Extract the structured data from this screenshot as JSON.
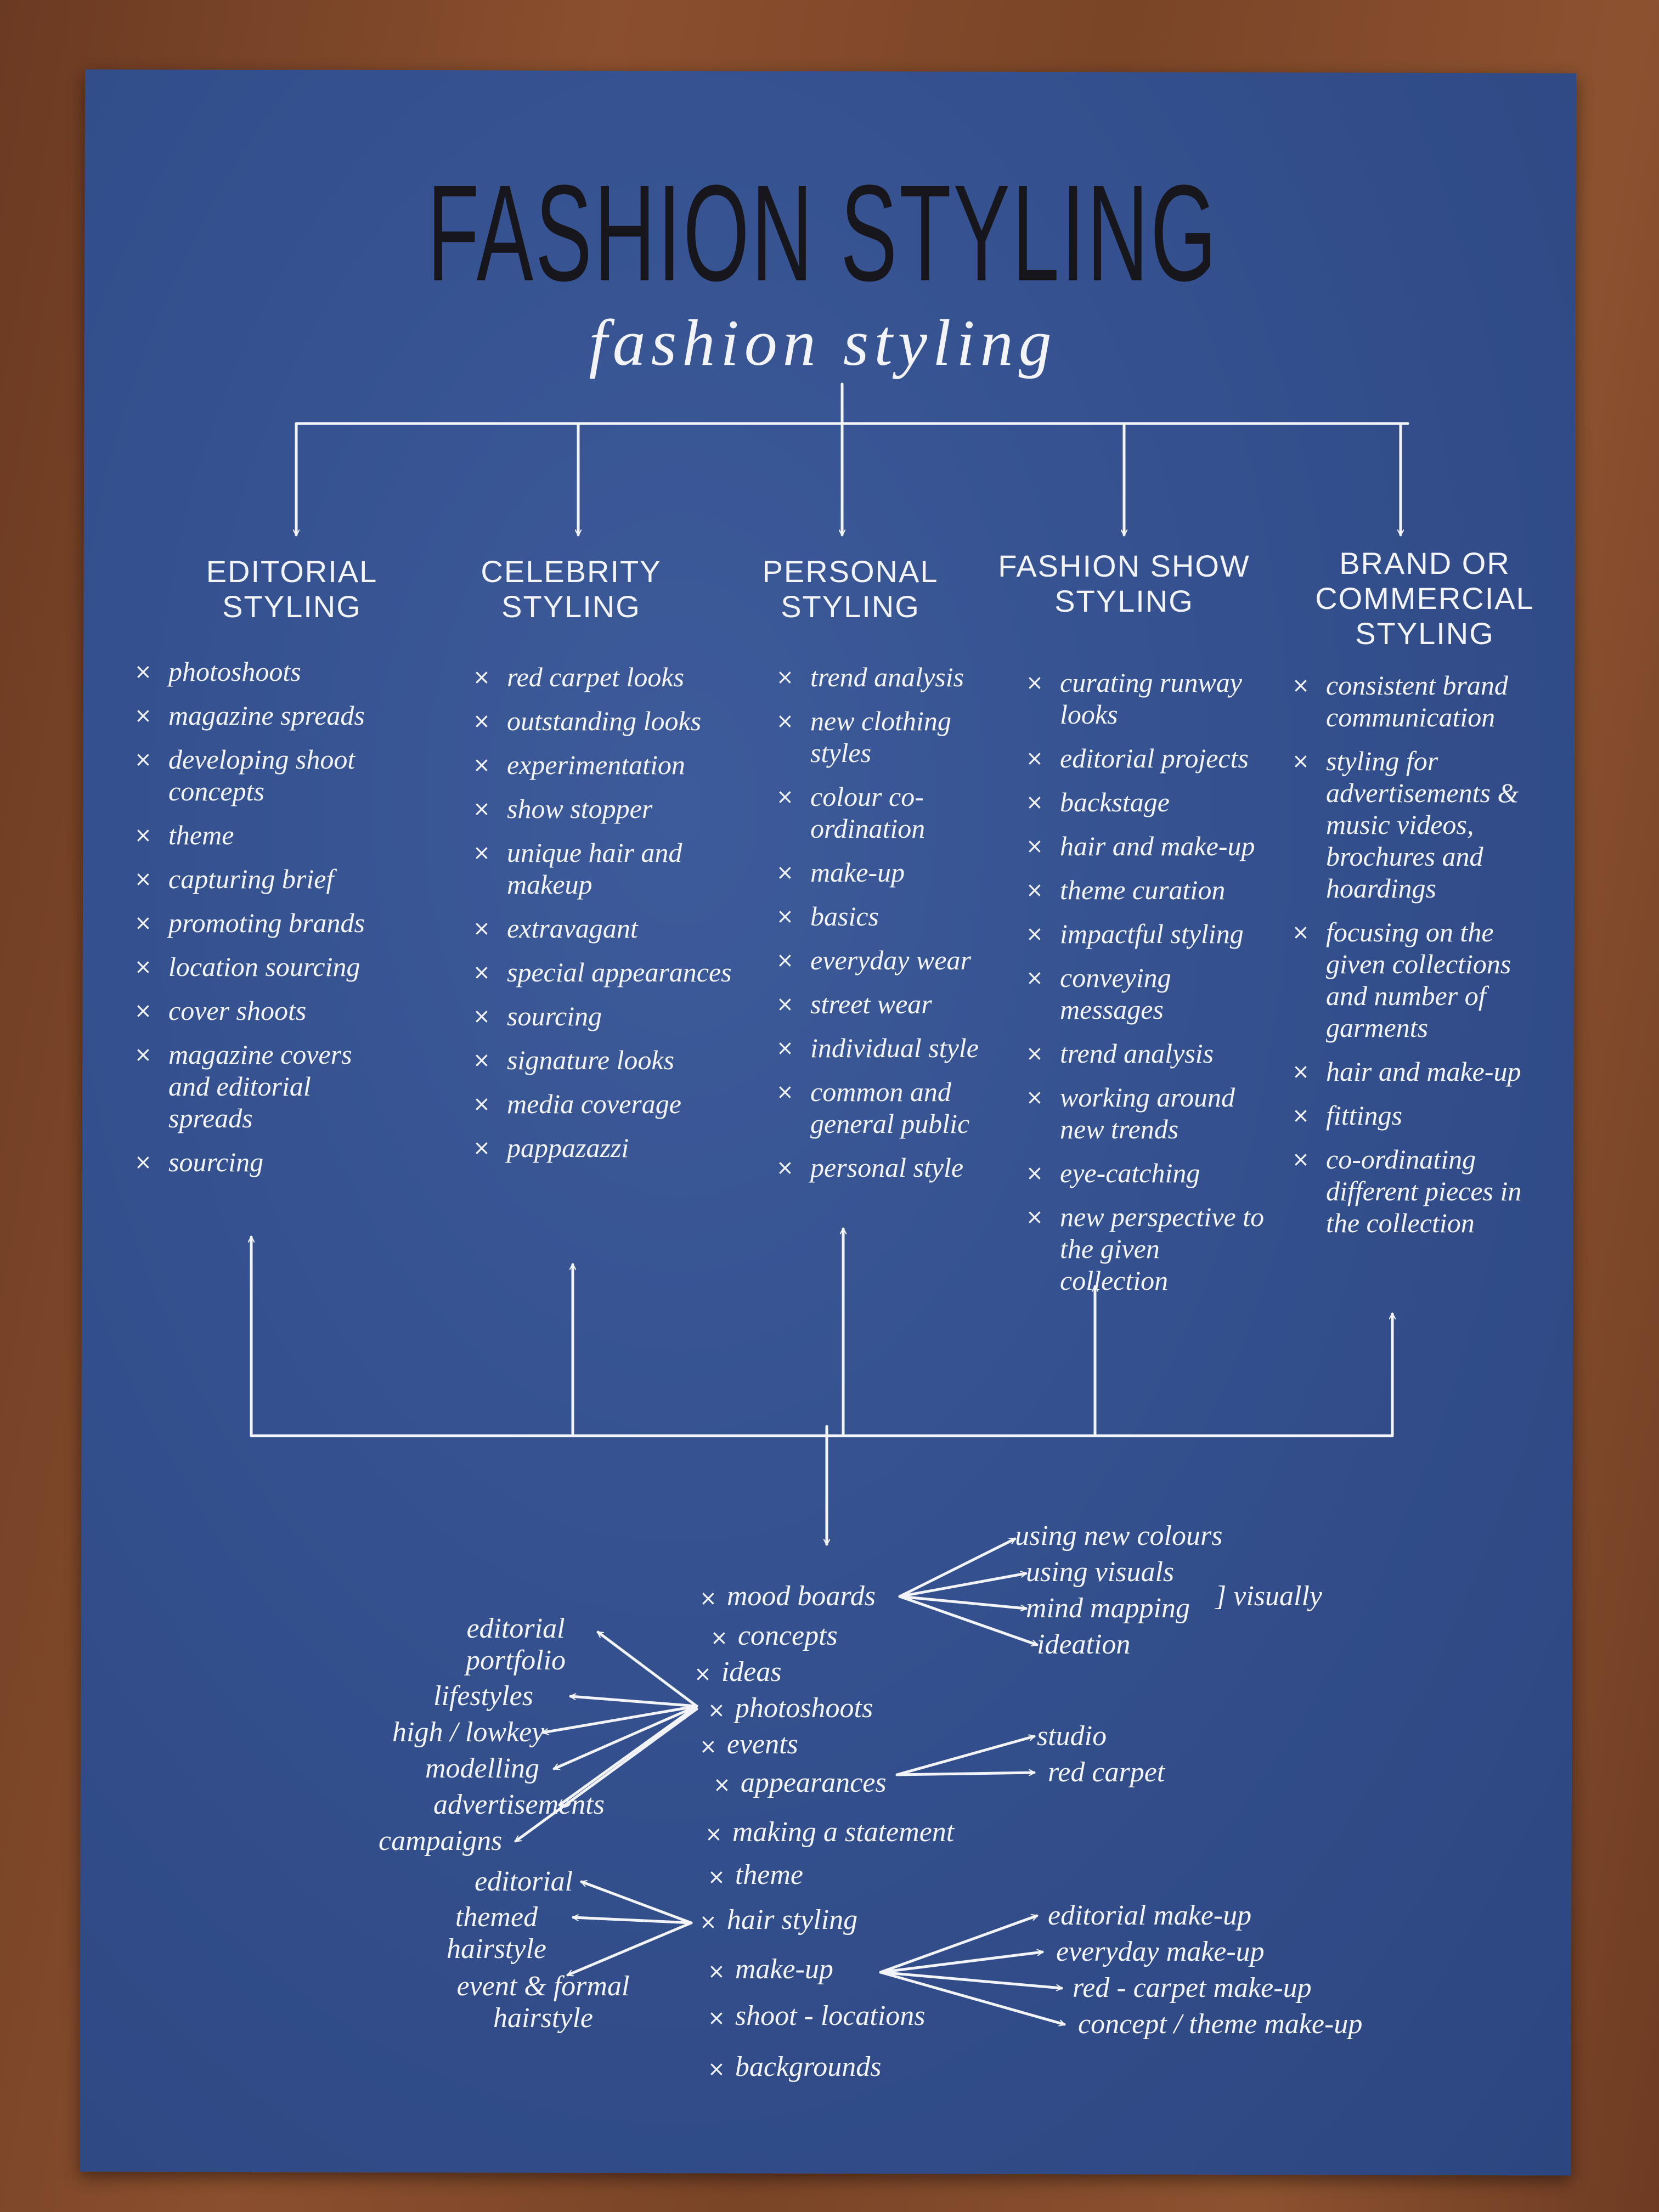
{
  "title": {
    "main": "FASHION STYLING",
    "script_overlay": "fashion styling"
  },
  "colors": {
    "paper": "#34508e",
    "ink_white": "#f2f4fa",
    "ink_black": "#16161c",
    "wood": "#7a4427"
  },
  "bullet": "×",
  "columns": [
    {
      "heading": [
        "EDITORIAL",
        "STYLING"
      ],
      "items": [
        "photoshoots",
        "magazine spreads",
        "developing shoot concepts",
        "theme",
        "capturing brief",
        "promoting brands",
        "location sourcing",
        "cover shoots",
        "magazine covers and editorial spreads",
        "sourcing"
      ]
    },
    {
      "heading": [
        "CELEBRITY",
        "STYLING"
      ],
      "items": [
        "red carpet looks",
        "outstanding looks",
        "experimentation",
        "show stopper",
        "unique hair and makeup",
        "extravagant",
        "special appearances",
        "sourcing",
        "signature looks",
        "media coverage",
        "pappazazzi"
      ]
    },
    {
      "heading": [
        "PERSONAL",
        "STYLING"
      ],
      "items": [
        "trend analysis",
        "new clothing styles",
        "colour co-ordination",
        "make-up",
        "basics",
        "everyday wear",
        "street wear",
        "individual style",
        "common and general public",
        "personal style"
      ]
    },
    {
      "heading": [
        "FASHION SHOW",
        "STYLING"
      ],
      "items": [
        "curating runway looks",
        "editorial projects",
        "backstage",
        "hair and make-up",
        "theme curation",
        "impactful styling",
        "conveying messages",
        "trend analysis",
        "working around new trends",
        "eye-catching",
        "new perspective to the given collection"
      ]
    },
    {
      "heading": [
        "BRAND OR",
        "COMMERCIAL",
        "STYLING"
      ],
      "items": [
        "consistent brand communication",
        "styling for advertisements & music videos, brochures and hoardings",
        "focusing on the given collections and number of garments",
        "hair and make-up",
        "fittings",
        "co-ordinating different pieces in the collection"
      ]
    }
  ],
  "common": {
    "items": [
      "mood boards",
      "concepts",
      "ideas",
      "photoshoots",
      "events",
      "appearances",
      "making a statement",
      "theme",
      "hair styling",
      "make-up",
      "shoot - locations",
      "backgrounds"
    ],
    "mood_boards_branches": [
      "using new colours",
      "using visuals",
      "mind mapping",
      "ideation"
    ],
    "mood_boards_bracket": "] visually",
    "photoshoots_branches": [
      "editorial portfolio",
      "lifestyles",
      "high / lowkey",
      "modelling",
      "advertisements",
      "campaigns"
    ],
    "appearances_branches": [
      "studio",
      "red carpet"
    ],
    "hair_styling_branches": [
      "editorial",
      "themed hairstyle",
      "event & formal hairstyle"
    ],
    "make_up_branches": [
      "editorial make-up",
      "everyday make-up",
      "red - carpet make-up",
      "concept / theme make-up"
    ]
  }
}
